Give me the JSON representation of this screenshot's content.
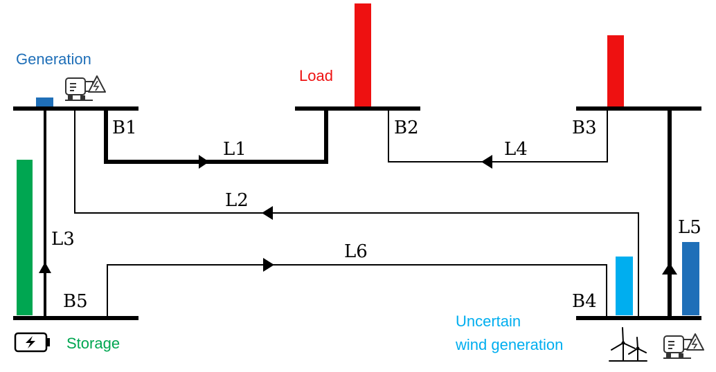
{
  "buses": {
    "b1": "B1",
    "b2": "B2",
    "b3": "B3",
    "b4": "B4",
    "b5": "B5"
  },
  "lines": {
    "l1": "L1",
    "l2": "L2",
    "l3": "L3",
    "l4": "L4",
    "l5": "L5",
    "l6": "L6"
  },
  "labels": {
    "generation": "Generation",
    "load": "Load",
    "storage": "Storage",
    "uncertain_line1": "Uncertain",
    "uncertain_line2": "wind generation"
  },
  "colors": {
    "generation": "#1f6fb8",
    "load": "#ee1111",
    "storage": "#00a651",
    "wind": "#00aeef",
    "line": "#000000"
  },
  "icons": {
    "generator": "generator-icon",
    "battery": "battery-icon",
    "wind_turbines": "wind-turbines-icon"
  }
}
